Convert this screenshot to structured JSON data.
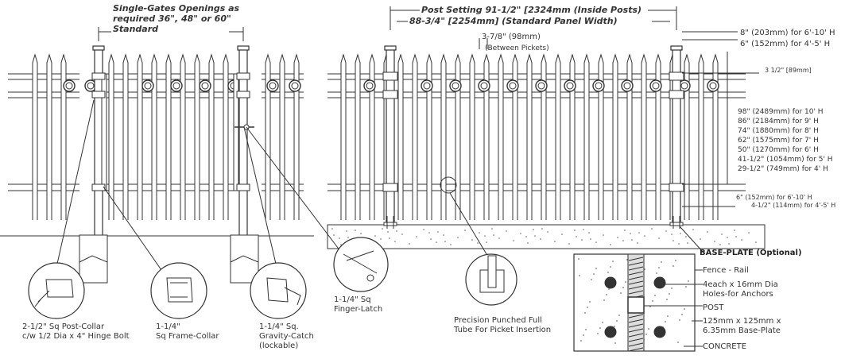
{
  "gate_label": [
    "Single-Gates Openings as",
    "required 36\", 48\" or 60\"",
    "Standard"
  ],
  "post_setting": "Post Setting 91-1/2\" [2324mm (Inside Posts)",
  "panel_width": "88-3/4\" [2254mm] (Standard Panel Width)",
  "picket_gap": "3-7/8\" (98mm)",
  "between_pickets": "(Between Pickets)",
  "top_offsets": [
    "8\" (203mm) for 6'-10' H",
    "6\" (152mm) for 4'-5' H"
  ],
  "rail_gap": "3 1/2\" [89mm]",
  "heights": [
    "98\" (2489mm) for 10' H",
    "86\" (2184mm) for 9' H",
    "74\" (1880mm) for 8' H",
    "62\" (1575mm) for 7' H",
    "50\" (1270mm) for 6' H",
    "41-1/2\" (1054mm) for 5' H",
    "29-1/2\" (749mm) for 4' H"
  ],
  "bottom_offsets": [
    "6\" (152mm) for 6'-10' H",
    "4-1/2\" (114mm) for 4'-5' H"
  ],
  "details": {
    "post_collar": [
      "2-1/2\" Sq Post-Collar",
      "c/w 1/2 Dia x 4\" Hinge Bolt"
    ],
    "frame_collar": [
      "1-1/4\"",
      "Sq Frame-Collar"
    ],
    "gravity_catch": [
      "1-1/4\" Sq.",
      "Gravity-Catch",
      "(lockable)"
    ],
    "finger_latch": [
      "1-1/4\" Sq",
      "Finger-Latch"
    ],
    "punched_tube": [
      "Precision Punched Full",
      "Tube For Picket Insertion"
    ]
  },
  "baseplate": {
    "title": "BASE-PLATE (Optional)",
    "fence_rail": "Fence - Rail",
    "holes": [
      "4each x 16mm Dia",
      "Holes-for Anchors"
    ],
    "post": "POST",
    "plate": [
      "125mm x 125mm x",
      "6.35mm Base-Plate"
    ],
    "concrete": "CONCRETE"
  }
}
